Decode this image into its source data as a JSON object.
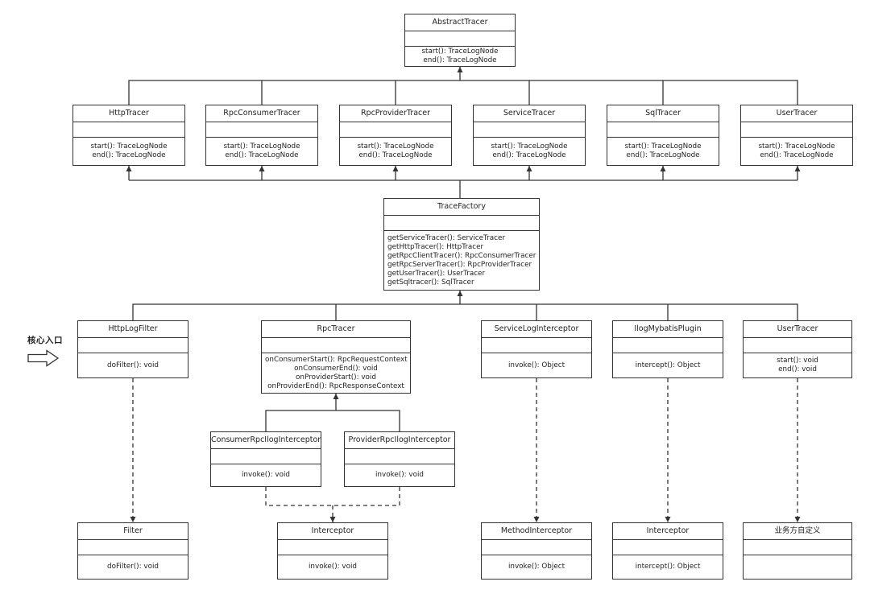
{
  "entry_label": "核心入口",
  "classes": [
    {
      "id": "abstract-tracer",
      "name": "AbstractTracer",
      "methods": [
        "start(): TraceLogNode",
        "end(): TraceLogNode"
      ]
    },
    {
      "id": "http-tracer",
      "name": "HttpTracer",
      "methods": [
        "start(): TraceLogNode",
        "end(): TraceLogNode"
      ]
    },
    {
      "id": "rpc-consumer-tracer",
      "name": "RpcConsumerTracer",
      "methods": [
        "start(): TraceLogNode",
        "end(): TraceLogNode"
      ]
    },
    {
      "id": "rpc-provider-tracer",
      "name": "RpcProviderTracer",
      "methods": [
        "start(): TraceLogNode",
        "end(): TraceLogNode"
      ]
    },
    {
      "id": "service-tracer",
      "name": "ServiceTracer",
      "methods": [
        "start(): TraceLogNode",
        "end(): TraceLogNode"
      ]
    },
    {
      "id": "sql-tracer",
      "name": "SqlTracer",
      "methods": [
        "start(): TraceLogNode",
        "end(): TraceLogNode"
      ]
    },
    {
      "id": "user-tracer-top",
      "name": "UserTracer",
      "methods": [
        "start(): TraceLogNode",
        "end(): TraceLogNode"
      ]
    },
    {
      "id": "trace-factory",
      "name": "TraceFactory",
      "methods": [
        "getServiceTracer(): ServiceTracer",
        "getHttpTracer(): HttpTracer",
        "getRpcClientTracer(): RpcConsumerTracer",
        "getRpcServerTracer(): RpcProviderTracer",
        "getUserTracer(): UserTracer",
        "getSqltracer(): SqlTracer"
      ]
    },
    {
      "id": "http-log-filter",
      "name": "HttpLogFilter",
      "methods": [
        "doFilter(): void"
      ]
    },
    {
      "id": "rpc-tracer",
      "name": "RpcTracer",
      "methods": [
        "onConsumerStart(): RpcRequestContext",
        "onConsumerEnd(): void",
        "onProviderStart(): void",
        "onProviderEnd(): RpcResponseContext"
      ]
    },
    {
      "id": "service-log-interceptor",
      "name": "ServiceLogInterceptor",
      "methods": [
        "invoke(): Object"
      ]
    },
    {
      "id": "ilog-mybatis-plugin",
      "name": "IlogMybatisPlugin",
      "methods": [
        "intercept(): Object"
      ]
    },
    {
      "id": "user-tracer-bottom",
      "name": "UserTracer",
      "methods": [
        "start(): void",
        "end(): void"
      ]
    },
    {
      "id": "consumer-rpc-ilog-interceptor",
      "name": "ConsumerRpcIlogInterceptor",
      "methods": [
        "invoke(): void"
      ]
    },
    {
      "id": "provider-rpc-ilog-interceptor",
      "name": "ProviderRpcIlogInterceptor",
      "methods": [
        "invoke(): void"
      ]
    },
    {
      "id": "filter",
      "name": "Filter",
      "methods": [
        "doFilter(): void"
      ]
    },
    {
      "id": "interceptor-rpc",
      "name": "Interceptor",
      "methods": [
        "invoke(): void"
      ]
    },
    {
      "id": "method-interceptor",
      "name": "MethodInterceptor",
      "methods": [
        "invoke(): Object"
      ]
    },
    {
      "id": "interceptor-mybatis",
      "name": "Interceptor",
      "methods": [
        "intercept(): Object"
      ]
    },
    {
      "id": "business-custom",
      "name": "业务方自定义",
      "methods": []
    }
  ]
}
